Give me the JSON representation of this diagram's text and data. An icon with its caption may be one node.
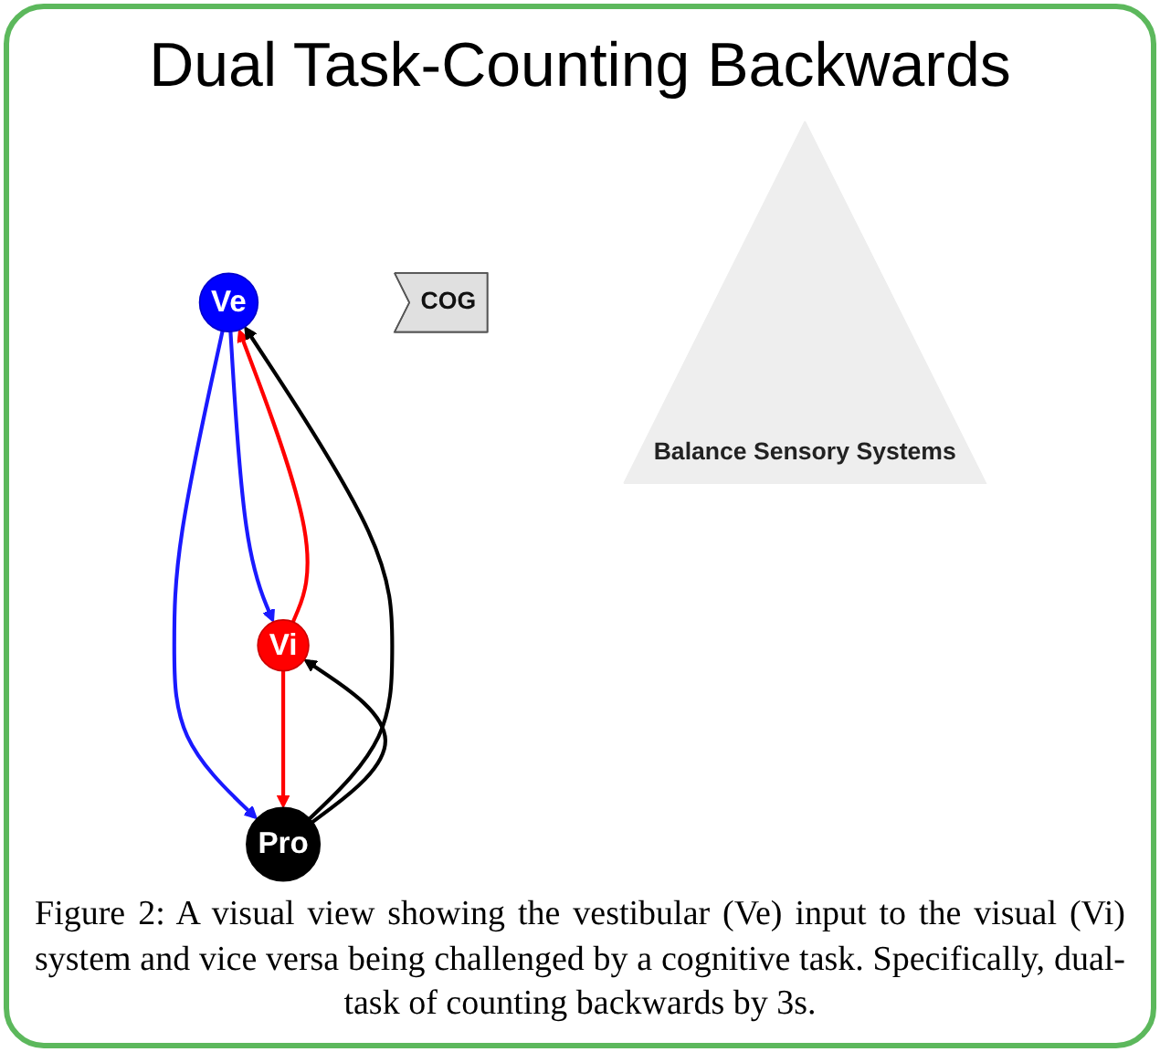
{
  "diagram": {
    "title": "Dual Task-Counting Backwards",
    "caption": "Figure 2: A visual view showing the vestibular (Ve) input to the visual (Vi) system and vice versa being challenged by a cognitive task. Specifically, dual- task of counting backwards by 3s.",
    "nodes": [
      {
        "text": [
          "Ve"
        ]
      },
      {
        "text": [
          "COG"
        ]
      },
      {
        "text": [
          "Balance Sensory Systems"
        ]
      },
      {
        "text": [
          "Vi"
        ]
      },
      {
        "text": [
          "Pro"
        ]
      }
    ],
    "edges": [
      {
        "from": 0,
        "to": 3,
        "arrow": "to",
        "color": "#1a1aff"
      },
      {
        "from": 3,
        "to": 0,
        "arrow": "to",
        "color": "#ff0000"
      },
      {
        "from": 0,
        "to": 4,
        "arrow": "to",
        "color": "#1a1aff"
      },
      {
        "from": 4,
        "to": 0,
        "arrow": "to",
        "color": "#000000"
      },
      {
        "from": 4,
        "to": 3,
        "arrow": "to",
        "color": "#000000"
      },
      {
        "from": 3,
        "to": 4,
        "arrow": "to",
        "color": "#ff0000"
      }
    ]
  }
}
